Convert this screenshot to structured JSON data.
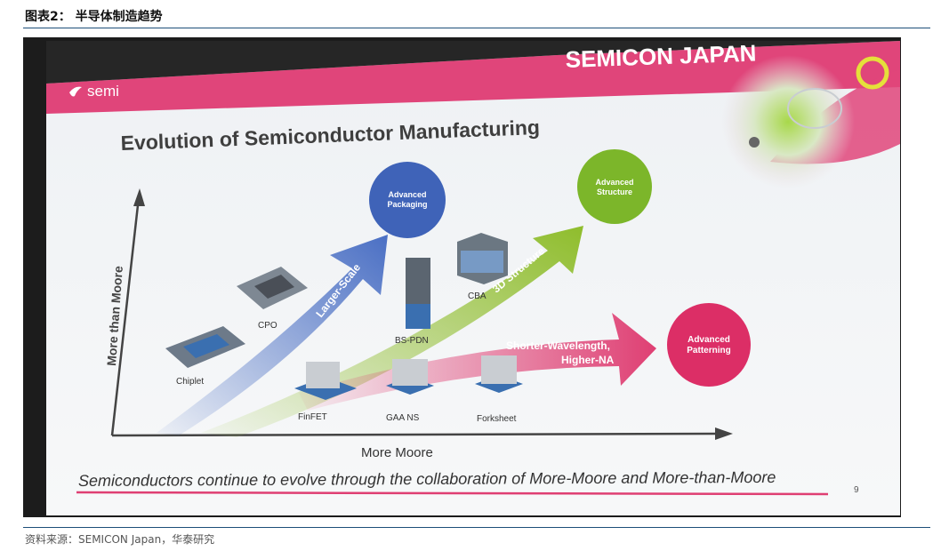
{
  "figure": {
    "title": "图表2： 半导体制造趋势",
    "source": "资料来源：SEMICON Japan，华泰研究"
  },
  "slide": {
    "brand": "SEMICON JAPAN",
    "logo_text": "semi",
    "title": "Evolution of Semiconductor Manufacturing",
    "y_axis": "More than Moore",
    "x_axis": "More Moore",
    "caption": "Semiconductors continue to evolve through the collaboration of More-Moore and More-than-Moore",
    "page_number": "9",
    "arrows": {
      "larger_scale": "Larger-Scale",
      "structure_3d": "3D Structure",
      "wavelength_line1": "Shorter-Wavelength,",
      "wavelength_line2": "Higher-NA"
    },
    "circles": {
      "packaging": [
        "Advanced",
        "Packaging"
      ],
      "structure": [
        "Advanced",
        "Structure"
      ],
      "patterning": [
        "Advanced",
        "Patterning"
      ]
    },
    "labels": {
      "chiplet": "Chiplet",
      "cpo": "CPO",
      "bs_pdn": "BS-PDN",
      "cba": "CBA",
      "finfet": "FinFET",
      "gaa_ns": "GAA NS",
      "forksheet": "Forksheet"
    },
    "colors": {
      "pink_banner": "#e0457a",
      "blue_arrow": "#4a6fc4",
      "green_arrow": "#8fbd2c",
      "pink_arrow": "#df3f73",
      "packaging_circle": "#3f63b8",
      "structure_circle": "#7cb62a",
      "patterning_circle": "#dc2e66"
    }
  }
}
